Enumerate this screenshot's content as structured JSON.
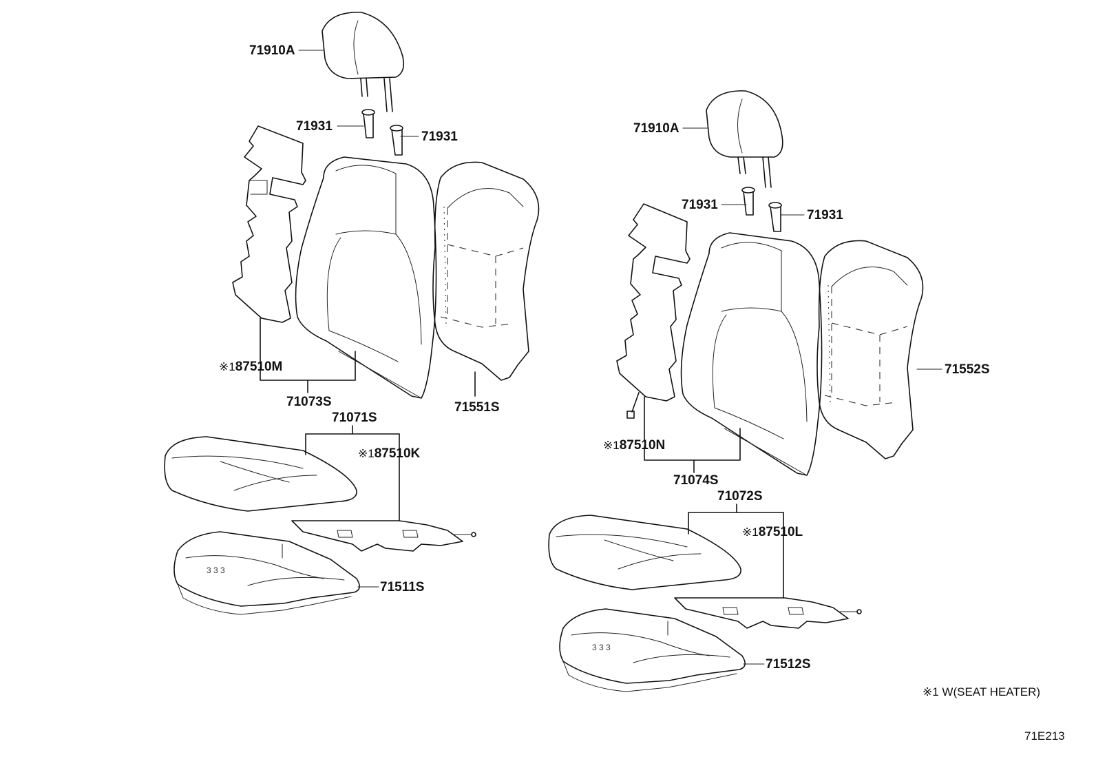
{
  "labels": {
    "headrest_left": "71910A",
    "support_left_a": "71931",
    "support_left_b": "71931",
    "heater_back_left_mark": "※1",
    "heater_back_left": "87510M",
    "back_pad_left": "71073S",
    "back_cover_left": "71551S",
    "cushion_assy_left": "71071S",
    "heater_cushion_left_mark": "※1",
    "heater_cushion_left": "87510K",
    "cushion_pad_left": "71511S",
    "headrest_right": "71910A",
    "support_right_a": "71931",
    "support_right_b": "71931",
    "back_cover_right": "71552S",
    "heater_back_right_mark": "※1",
    "heater_back_right": "87510N",
    "back_pad_right": "71074S",
    "cushion_assy_right": "71072S",
    "heater_cushion_right_mark": "※1",
    "heater_cushion_right": "87510L",
    "cushion_pad_right": "71512S"
  },
  "footnote": "※1 W(SEAT HEATER)",
  "figure_code": "71E213"
}
